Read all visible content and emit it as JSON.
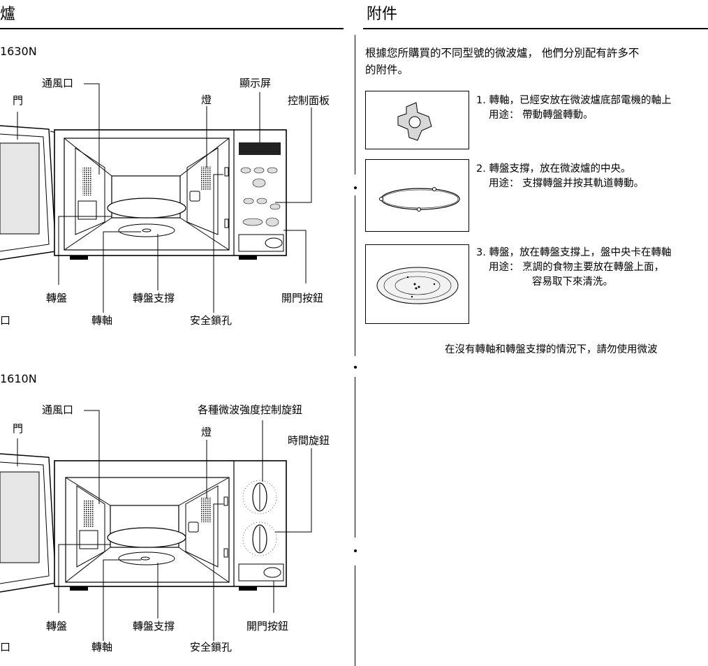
{
  "left_section": {
    "header_title": "爐",
    "model_1": {
      "name": "1630N",
      "labels": {
        "vent": "通風口",
        "door": "門",
        "light": "燈",
        "display": "顯示屏",
        "control_panel": "控制面板",
        "turntable": "轉盤",
        "coupler": "轉軸",
        "roller_ring": "轉盤支撐",
        "safety_lock": "安全鎖孔",
        "door_button": "開門按鈕",
        "cut_label": "口"
      }
    },
    "model_2": {
      "name": "1610N",
      "labels": {
        "vent": "通風口",
        "door": "門",
        "power_knob": "各種微波強度控制旋鈕",
        "light": "燈",
        "timer_knob": "時間旋鈕",
        "turntable": "轉盤",
        "coupler": "轉軸",
        "roller_ring": "轉盤支撐",
        "safety_lock": "安全鎖孔",
        "door_button": "開門按鈕",
        "cut_label": "口"
      }
    }
  },
  "right_section": {
    "header_title": "附件",
    "intro_line1": "根據您所購買的不同型號的微波爐， 他們分別配有許多不",
    "intro_line2": "的附件。",
    "accessories": [
      {
        "line1": "1. 轉軸，已經安放在微波爐底部電機的軸上",
        "use_label": "用途：",
        "use_text": "帶動轉盤轉動。",
        "line3": "",
        "icon": "coupler-icon"
      },
      {
        "line1": "2. 轉盤支撐，放在微波爐的中央。",
        "use_label": "用途：",
        "use_text": "支撐轉盤并按其軌道轉動。",
        "line3": "",
        "icon": "roller-ring-icon"
      },
      {
        "line1": "3. 轉盤，放在轉盤支撐上，盤中央卡在轉軸",
        "use_label": "用途：",
        "use_text": "烹調的食物主要放在轉盤上面，",
        "line3": "容易取下來清洗。",
        "icon": "turntable-icon"
      }
    ],
    "warning_note": "在沒有轉軸和轉盤支撐的情況下，請勿使用微波"
  }
}
